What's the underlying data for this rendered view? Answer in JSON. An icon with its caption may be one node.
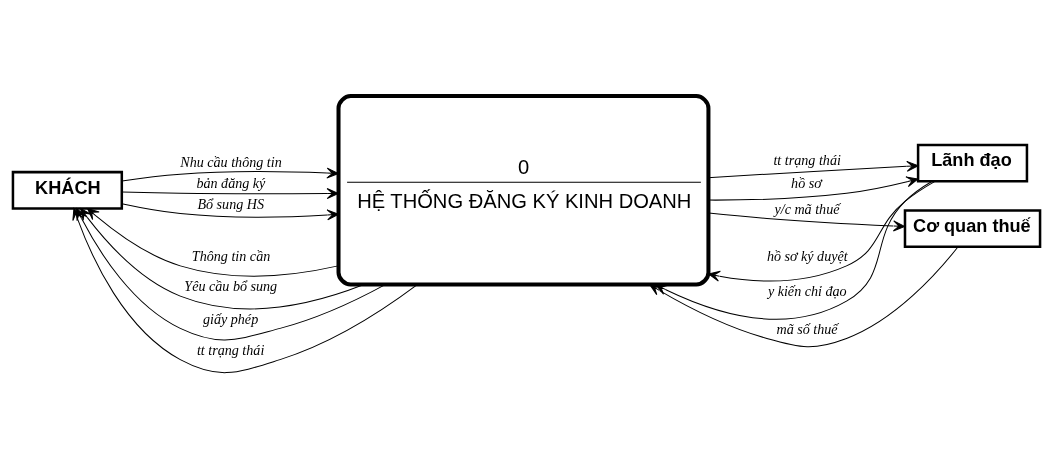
{
  "diagram": {
    "nodes": [
      {
        "text": [
          "KHÁCH"
        ]
      },
      {
        "text": [
          "0",
          "HỆ THỐNG ĐĂNG KÝ KINH DOANH"
        ]
      },
      {
        "text": [
          "Lãnh đạo"
        ]
      },
      {
        "text": [
          "Cơ quan thuế"
        ]
      }
    ],
    "edges": [
      {
        "from": 0,
        "to": 1,
        "arrow": "to",
        "label": "Nhu cầu thông tin"
      },
      {
        "from": 1,
        "to": 0,
        "arrow": "to",
        "label": "Thông tin cần"
      },
      {
        "from": 0,
        "to": 1,
        "arrow": "to",
        "label": "bản đăng ký"
      },
      {
        "from": 1,
        "to": 0,
        "arrow": "to",
        "label": "Yêu cầu bổ sung"
      },
      {
        "from": 0,
        "to": 1,
        "arrow": "to",
        "label": "Bổ sung HS"
      },
      {
        "from": 1,
        "to": 0,
        "arrow": "to",
        "label": "giấy phép"
      },
      {
        "from": 1,
        "to": 0,
        "arrow": "to",
        "label": "tt trạng thái"
      },
      {
        "from": 2,
        "to": 1,
        "arrow": "to",
        "label": "hồ sơ ký duyệt"
      },
      {
        "from": 2,
        "to": 1,
        "arrow": "to",
        "label": "y kiến chỉ đạo"
      },
      {
        "from": 1,
        "to": 2,
        "arrow": "to",
        "label": "tt trạng thái"
      },
      {
        "from": 1,
        "to": 2,
        "arrow": "to",
        "label": "hồ sơ"
      },
      {
        "from": 1,
        "to": 3,
        "arrow": "to",
        "label": "y/c mã thuế"
      },
      {
        "from": 3,
        "to": 1,
        "arrow": "to",
        "label": "mã số thuế"
      }
    ]
  }
}
